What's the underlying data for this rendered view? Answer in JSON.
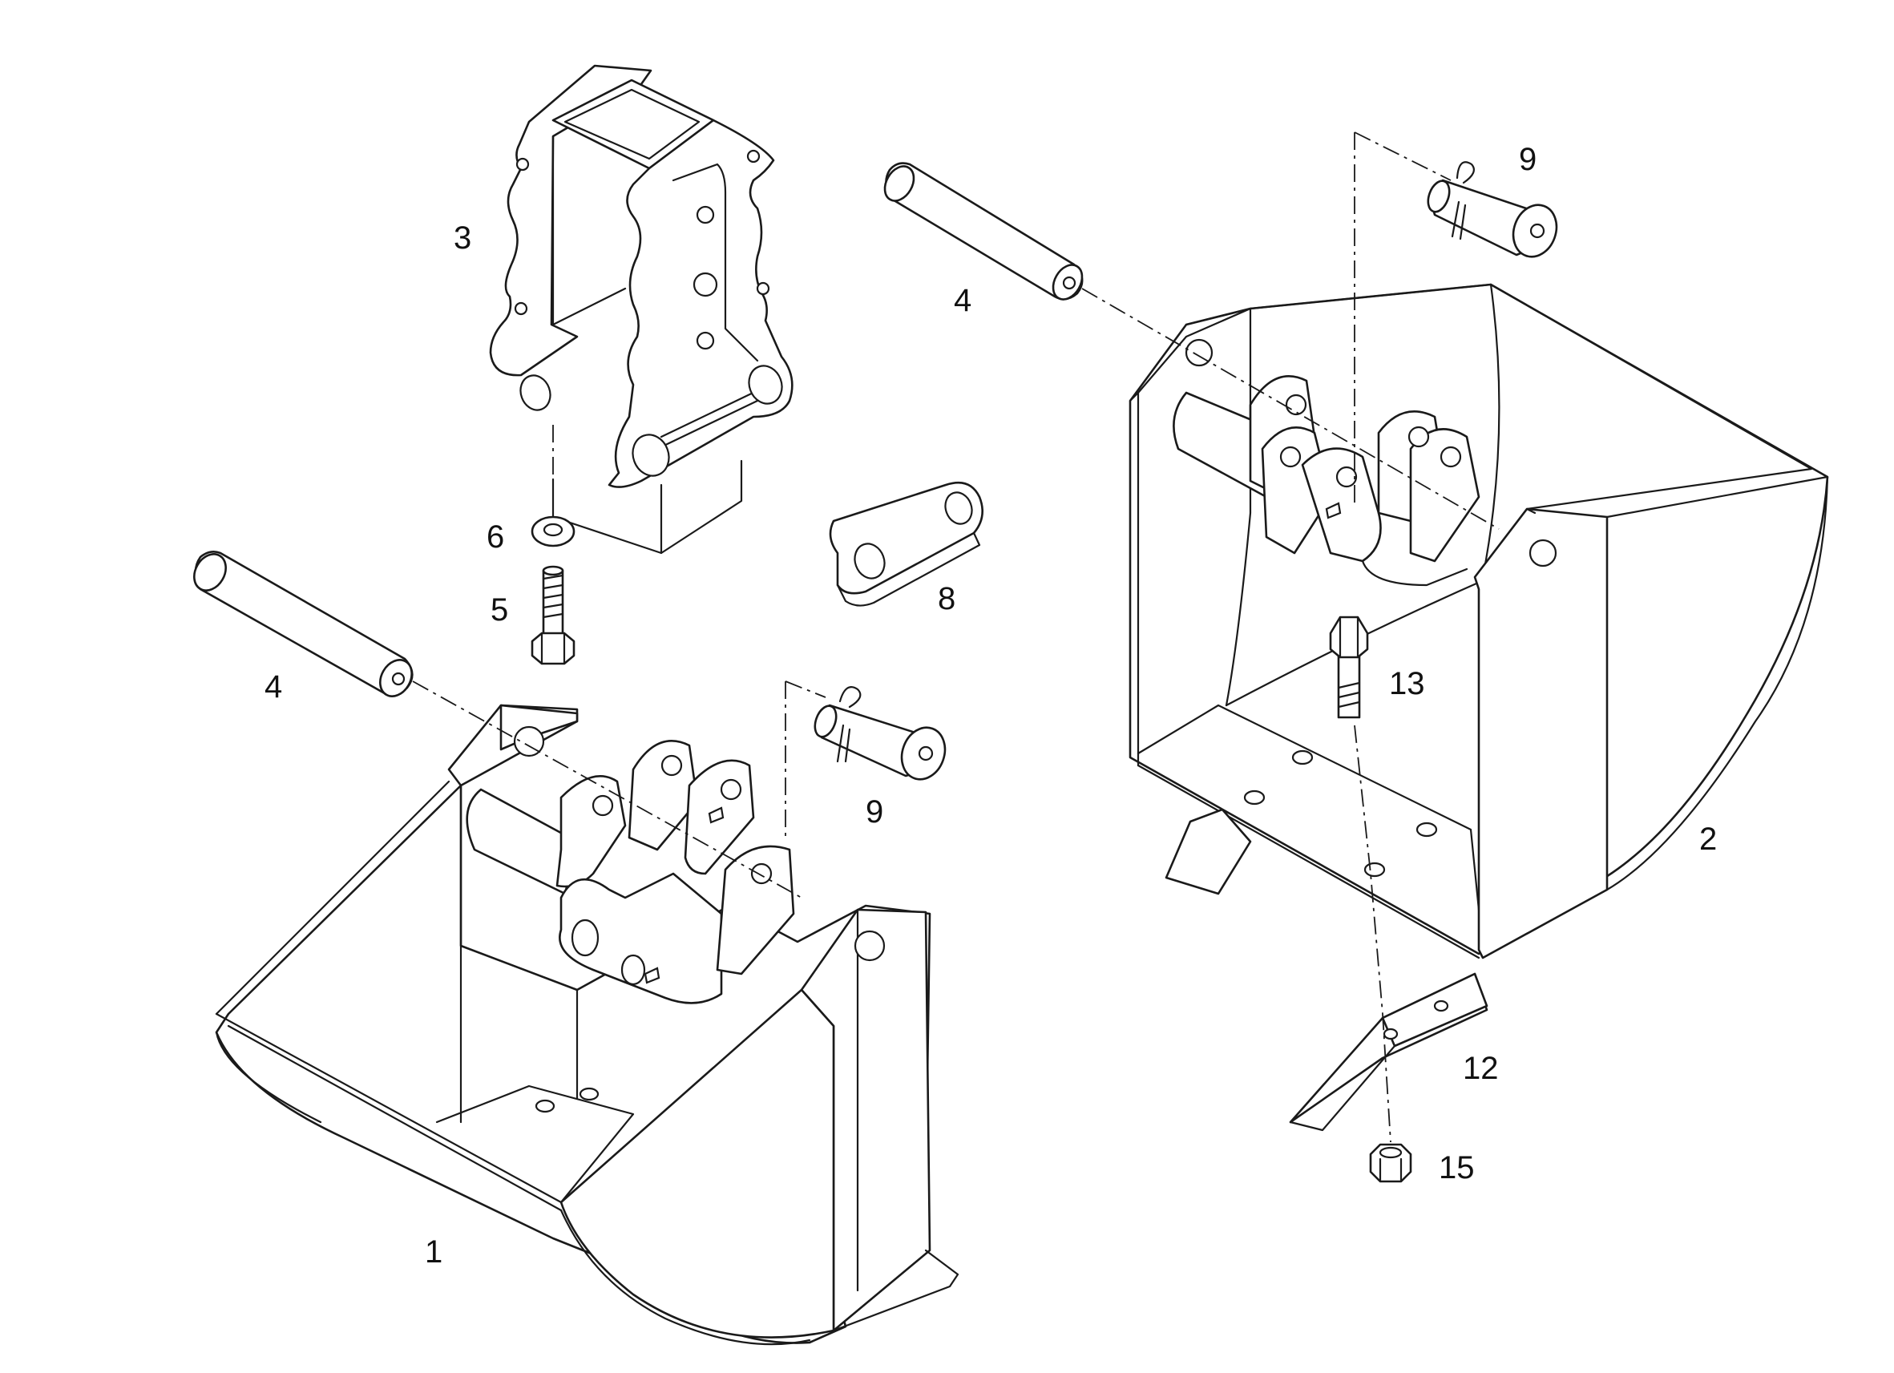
{
  "callouts": {
    "bucket_small": "1",
    "bucket_large": "2",
    "quick_hitch": "3",
    "pin_left": "4",
    "pin_right": "4",
    "bolt": "5",
    "washer": "6",
    "link": "8",
    "lock_pin_center": "9",
    "lock_pin_top": "9",
    "tooth": "12",
    "tooth_bolt": "13",
    "nut": "15"
  },
  "colors": {
    "line": "#1a1a1a",
    "background": "#ffffff"
  }
}
